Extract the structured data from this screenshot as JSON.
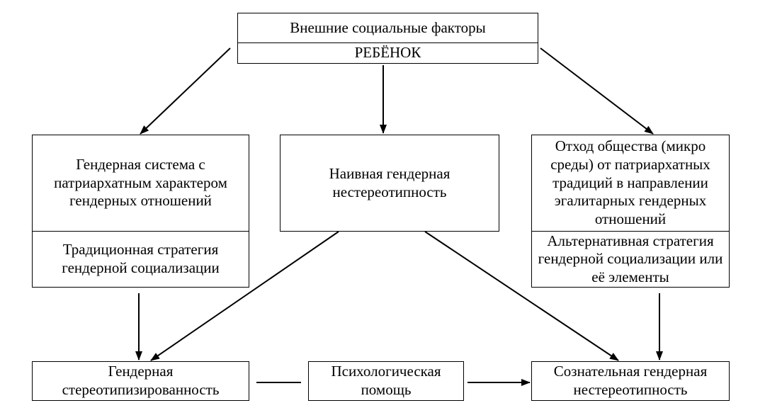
{
  "top": {
    "title": "Внешние социальные факторы",
    "subtitle": "РЕБЁНОК"
  },
  "left": {
    "system": "Гендерная система с патриархатным характером гендерных отношений",
    "strategy": "Традиционная стратегия гендерной социализации"
  },
  "center": {
    "label": "Наивная гендерная нестереотипность"
  },
  "right": {
    "shift": "Отход общества (микро среды) от патриархатных традиций в направлении эгалитарных гендерных отношений",
    "strategy": "Альтернативная стратегия гендерной социализации или её элементы"
  },
  "bottom": {
    "left": "Гендерная стереотипизированность",
    "middle": "Психологическая помощь",
    "right": "Сознательная гендерная нестереотипность"
  }
}
